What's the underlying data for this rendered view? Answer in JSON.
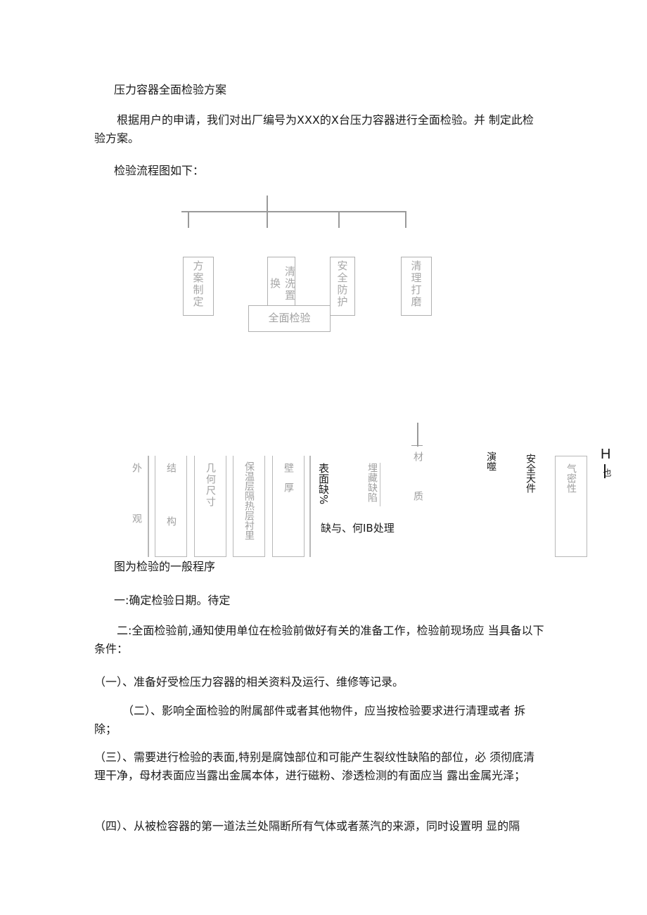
{
  "doc": {
    "title": "压力容器全面检验方案",
    "intro": "根据用户的申请，我们对出厂编号为XXX的X台压力容器进行全面检验。并 制定此检验方案。",
    "flow_intro": "检验流程图如下：",
    "caption": "图为检验的一般程序",
    "step1": "一:确定检验日期。待定",
    "step2": "二:全面检验前,通知使用单位在检验前做好有关的准备工作，检验前现场应 当具备以下条件：",
    "item1": "（一）、准备好受检压力容器的相关资料及运行、维修等记录。",
    "item2": "（二）、影响全面检验的附属部件或者其他物件，应当按检验要求进行清理或者 拆除；",
    "item3": "（三）、需要进行检验的表面,特别是腐蚀部位和可能产生裂纹性缺陷的部位，必 须彻底清理干净，母材表面应当露出金属本体，进行磁粉、渗透检测的有面应当 露出金属光泽；",
    "item4": "（四）、从被检容器的第一道法兰处隔断所有气体或者蒸汽的来源，同时设置明 显的隔"
  },
  "flow": {
    "top_boxes": [
      "方案制定",
      "清洗置换",
      "安全防护",
      "清理打磨"
    ],
    "center_box": "全面检验",
    "bottom": {
      "waiguan_a": "外",
      "waiguan_b": "观",
      "jiegou_a": "结",
      "jiegou_b": "构",
      "jihe": "几何尺寸",
      "baowen": "保温层隔热层衬里",
      "bihou": "壁厚",
      "biaomian": "表面缺%",
      "maicang": "埋藏缺陷",
      "cai": "材",
      "zhi": "质",
      "yanshou": "演噬",
      "anquan": "安全天件",
      "qimi": "气密性",
      "hi": "H",
      "ye": "也",
      "chuli": "缺与、何IB处理"
    }
  }
}
